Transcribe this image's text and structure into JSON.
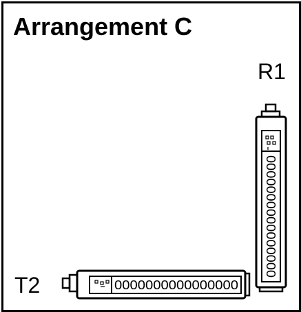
{
  "title": "Arrangement C",
  "sensors": [
    {
      "id": "r1",
      "label": "R1",
      "orientation": "vertical",
      "digits": "0000000000000000"
    },
    {
      "id": "t2",
      "label": "T2",
      "orientation": "horizontal",
      "digits": "0000000000000000"
    }
  ],
  "colors": {
    "stroke": "#000000",
    "background": "#ffffff"
  }
}
